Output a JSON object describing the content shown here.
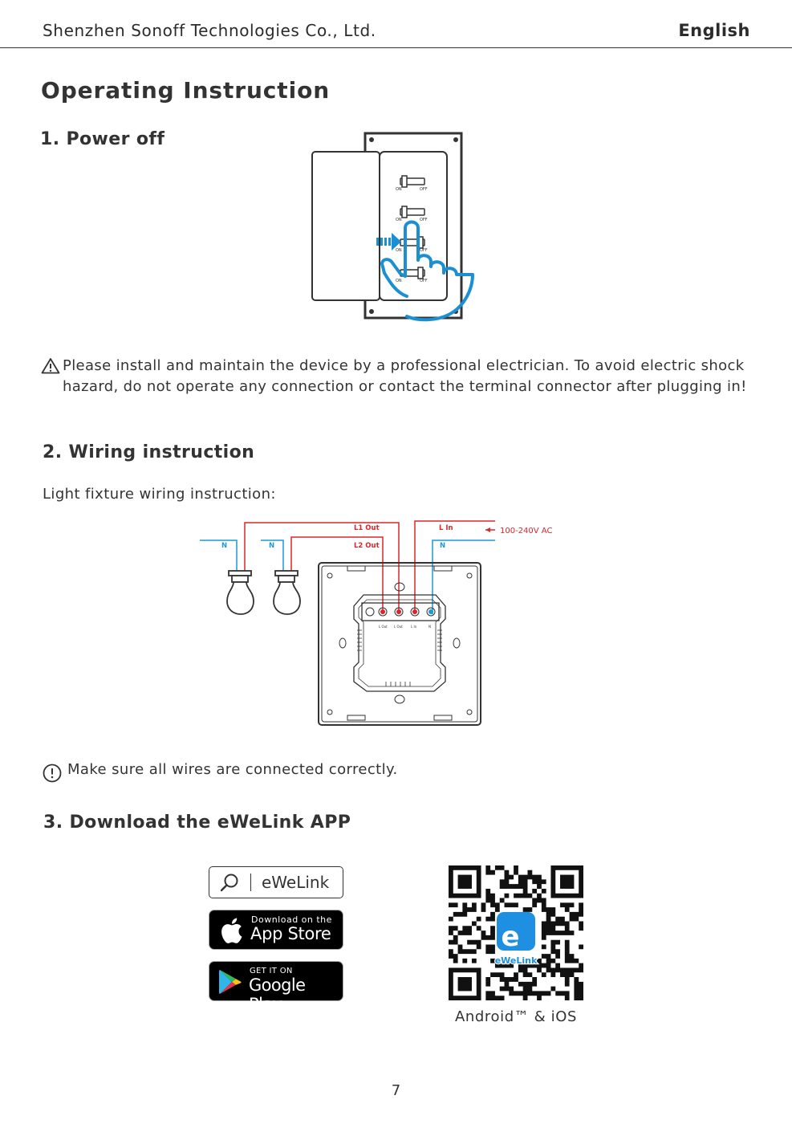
{
  "header": {
    "company": "Shenzhen Sonoff Technologies Co., Ltd.",
    "language": "English"
  },
  "title": "Operating Instruction",
  "section1": {
    "heading": "1. Power off",
    "switch_labels": {
      "on": "ON",
      "off": "OFF"
    },
    "warning": "Please install and maintain the device by a professional electrician. To avoid electric shock hazard, do not operate any connection or contact the terminal connector after plugging in!"
  },
  "section2": {
    "heading": "2. Wiring instruction",
    "subheading": "Light fixture wiring instruction:",
    "diagram": {
      "l1_out": "L1 Out",
      "l2_out": "L2 Out",
      "l_in": "L In",
      "n_left_1": "N",
      "n_left_2": "N",
      "n_right": "N",
      "supply": "100-240V AC",
      "terminal_labels": [
        "L Out",
        "L Out",
        "L In",
        "N"
      ]
    },
    "note": "Make sure all wires are connected correctly."
  },
  "section3": {
    "heading": "3. Download the eWeLink APP",
    "search_label": "eWeLink",
    "appstore_small": "Download on the",
    "appstore_big": "App Store",
    "googleplay_small": "GET IT ON",
    "googleplay_big": "Google Play",
    "qr_logo_text": "eWeLink",
    "qr_caption": "Android™ & iOS"
  },
  "page_number": "7",
  "colors": {
    "live_wire": "#d9262c",
    "neutral_wire": "#1a9ad6",
    "hand": "#1a8fd1",
    "text": "#333333"
  }
}
